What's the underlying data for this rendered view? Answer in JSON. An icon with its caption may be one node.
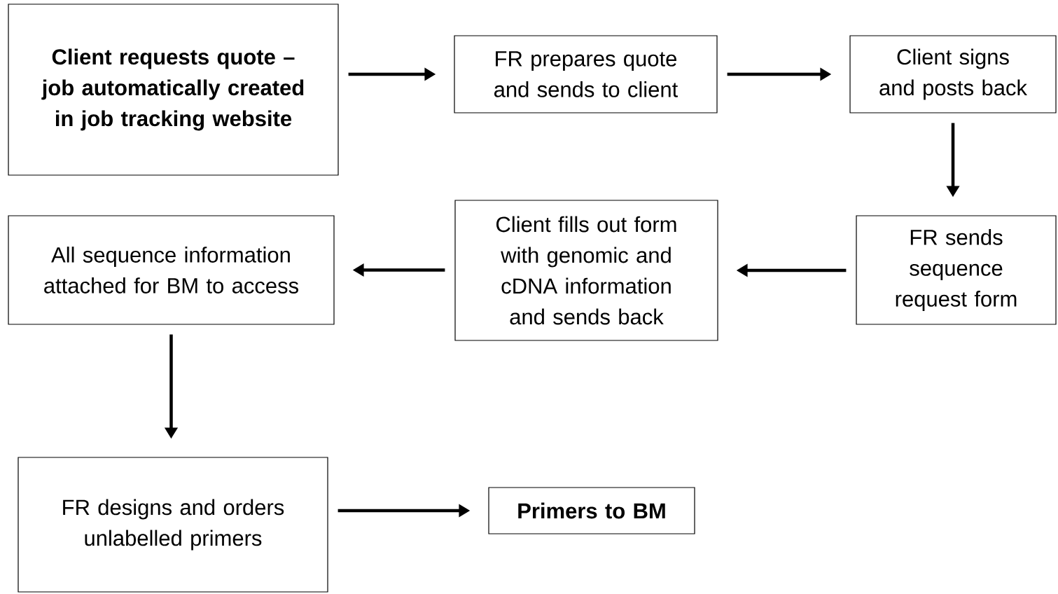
{
  "diagram": {
    "nodes": [
      {
        "text": [
          "Client requests quote – job automatically created in job tracking website"
        ]
      },
      {
        "text": [
          "FR prepares quote and sends to client"
        ]
      },
      {
        "text": [
          "Client signs and posts back"
        ]
      },
      {
        "text": [
          "All sequence information attached for BM to access"
        ]
      },
      {
        "text": [
          "Client fills out form with genomic and cDNA information and sends back"
        ]
      },
      {
        "text": [
          "FR sends sequence request form"
        ]
      },
      {
        "text": [
          "FR designs and orders unlabelled primers"
        ]
      },
      {
        "text": [
          "Primers to BM"
        ]
      }
    ],
    "edges": [
      {
        "from": 0,
        "to": 1,
        "arrow": "to"
      },
      {
        "from": 1,
        "to": 2,
        "arrow": "to"
      },
      {
        "from": 2,
        "to": 5,
        "arrow": "to"
      },
      {
        "from": 5,
        "to": 4,
        "arrow": "to"
      },
      {
        "from": 4,
        "to": 3,
        "arrow": "to"
      },
      {
        "from": 3,
        "to": 6,
        "arrow": "to"
      },
      {
        "from": 6,
        "to": 7,
        "arrow": "to"
      }
    ]
  }
}
